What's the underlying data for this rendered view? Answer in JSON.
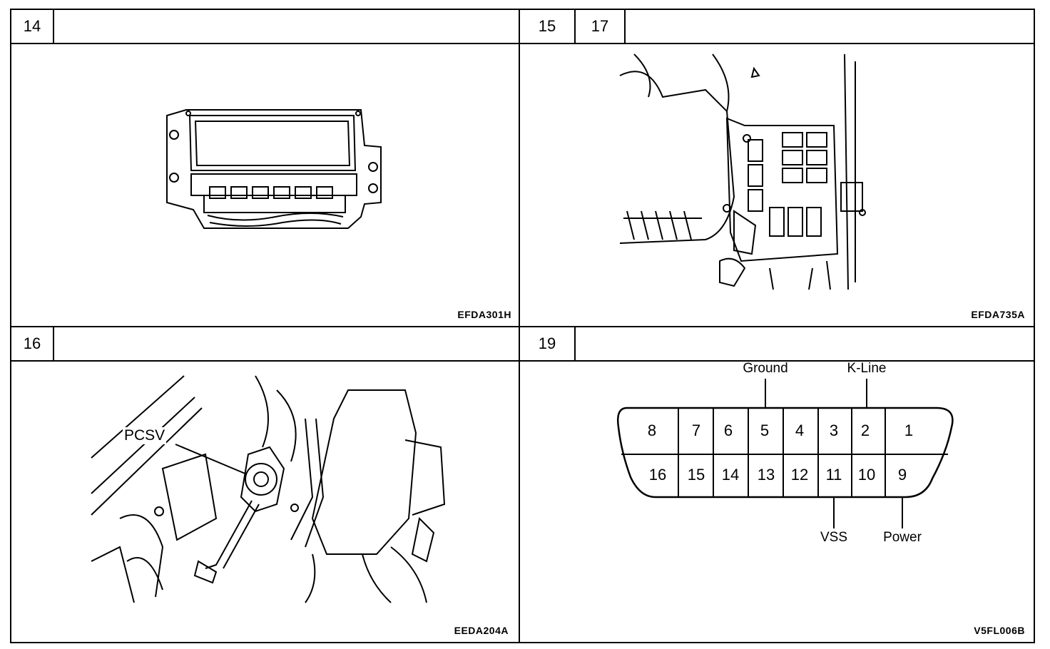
{
  "panels": {
    "p14": {
      "numbers": [
        "14"
      ],
      "code": "EFDA301H"
    },
    "p15": {
      "numbers": [
        "15",
        "17"
      ],
      "code": "EFDA735A"
    },
    "p16": {
      "numbers": [
        "16"
      ],
      "code": "EEDA204A",
      "callout": "PCSV"
    },
    "p19": {
      "numbers": [
        "19"
      ],
      "code": "V5FL006B"
    }
  },
  "connector": {
    "top_row": [
      "8",
      "7",
      "6",
      "5",
      "4",
      "3",
      "2",
      "1"
    ],
    "bottom_row": [
      "16",
      "15",
      "14",
      "13",
      "12",
      "11",
      "10",
      "9"
    ],
    "signals": {
      "ground": "Ground",
      "kline": "K-Line",
      "vss": "VSS",
      "power": "Power"
    }
  }
}
